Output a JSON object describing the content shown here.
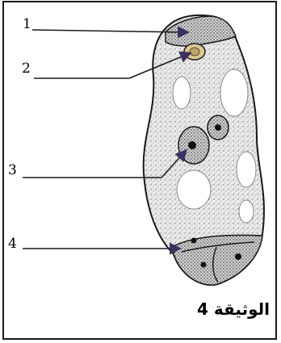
{
  "labels": [
    "1",
    "2",
    "3",
    "4"
  ],
  "caption": "الوثيقة 4",
  "colors": {
    "ink": "#1a1a1a",
    "cell_fill": "#e7e7e7",
    "vacuole": "#ffffff",
    "arrow": "#3b3060"
  }
}
